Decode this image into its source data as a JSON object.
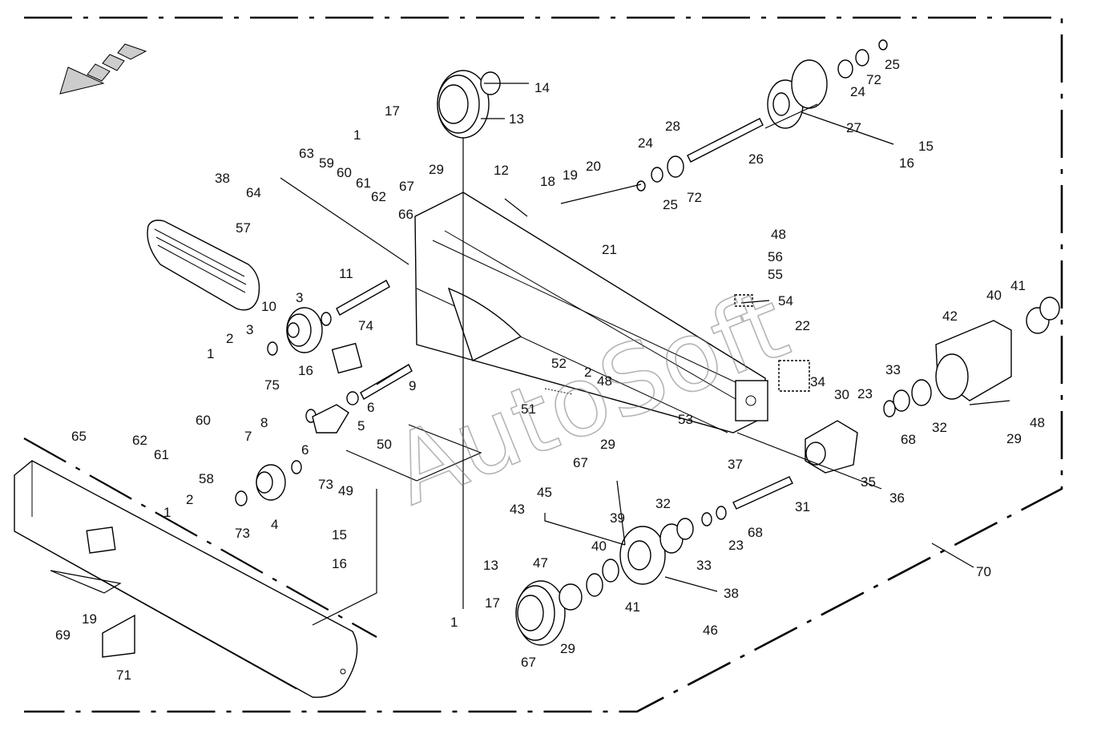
{
  "diagram": {
    "watermark": "AutoSoft",
    "callouts": [
      {
        "id": "c1",
        "text": "1"
      },
      {
        "id": "c2",
        "text": "2"
      },
      {
        "id": "c3",
        "text": "3"
      },
      {
        "id": "c4",
        "text": "4"
      },
      {
        "id": "c5",
        "text": "5"
      },
      {
        "id": "c6",
        "text": "6"
      },
      {
        "id": "c7",
        "text": "7"
      },
      {
        "id": "c8",
        "text": "8"
      },
      {
        "id": "c9",
        "text": "9"
      },
      {
        "id": "c10",
        "text": "10"
      },
      {
        "id": "c11",
        "text": "11"
      },
      {
        "id": "c12",
        "text": "12"
      },
      {
        "id": "c13",
        "text": "13"
      },
      {
        "id": "c14",
        "text": "14"
      },
      {
        "id": "c15",
        "text": "15"
      },
      {
        "id": "c16",
        "text": "16"
      },
      {
        "id": "c17",
        "text": "17"
      },
      {
        "id": "c18",
        "text": "18"
      },
      {
        "id": "c19",
        "text": "19"
      },
      {
        "id": "c20",
        "text": "20"
      },
      {
        "id": "c21",
        "text": "21"
      },
      {
        "id": "c22",
        "text": "22"
      },
      {
        "id": "c23",
        "text": "23"
      },
      {
        "id": "c24",
        "text": "24"
      },
      {
        "id": "c25",
        "text": "25"
      },
      {
        "id": "c26",
        "text": "26"
      },
      {
        "id": "c27",
        "text": "27"
      },
      {
        "id": "c28",
        "text": "28"
      },
      {
        "id": "c29",
        "text": "29"
      },
      {
        "id": "c30",
        "text": "30"
      },
      {
        "id": "c31",
        "text": "31"
      },
      {
        "id": "c32",
        "text": "32"
      },
      {
        "id": "c33",
        "text": "33"
      },
      {
        "id": "c34",
        "text": "34"
      },
      {
        "id": "c35",
        "text": "35"
      },
      {
        "id": "c36",
        "text": "36"
      },
      {
        "id": "c37",
        "text": "37"
      },
      {
        "id": "c38",
        "text": "38"
      },
      {
        "id": "c39",
        "text": "39"
      },
      {
        "id": "c40",
        "text": "40"
      },
      {
        "id": "c41",
        "text": "41"
      },
      {
        "id": "c42",
        "text": "42"
      },
      {
        "id": "c43",
        "text": "43"
      },
      {
        "id": "c45",
        "text": "45"
      },
      {
        "id": "c46",
        "text": "46"
      },
      {
        "id": "c47",
        "text": "47"
      },
      {
        "id": "c48",
        "text": "48"
      },
      {
        "id": "c49",
        "text": "49"
      },
      {
        "id": "c50",
        "text": "50"
      },
      {
        "id": "c51",
        "text": "51"
      },
      {
        "id": "c52",
        "text": "52"
      },
      {
        "id": "c53",
        "text": "53"
      },
      {
        "id": "c54",
        "text": "54"
      },
      {
        "id": "c55",
        "text": "55"
      },
      {
        "id": "c56",
        "text": "56"
      },
      {
        "id": "c57",
        "text": "57"
      },
      {
        "id": "c58",
        "text": "58"
      },
      {
        "id": "c59",
        "text": "59"
      },
      {
        "id": "c60",
        "text": "60"
      },
      {
        "id": "c61",
        "text": "61"
      },
      {
        "id": "c62",
        "text": "62"
      },
      {
        "id": "c63",
        "text": "63"
      },
      {
        "id": "c64",
        "text": "64"
      },
      {
        "id": "c65",
        "text": "65"
      },
      {
        "id": "c66",
        "text": "66"
      },
      {
        "id": "c67",
        "text": "67"
      },
      {
        "id": "c68",
        "text": "68"
      },
      {
        "id": "c69",
        "text": "69"
      },
      {
        "id": "c70",
        "text": "70"
      },
      {
        "id": "c71",
        "text": "71"
      },
      {
        "id": "c72",
        "text": "72"
      },
      {
        "id": "c73",
        "text": "73"
      },
      {
        "id": "c74",
        "text": "74"
      },
      {
        "id": "c75",
        "text": "75"
      }
    ]
  }
}
